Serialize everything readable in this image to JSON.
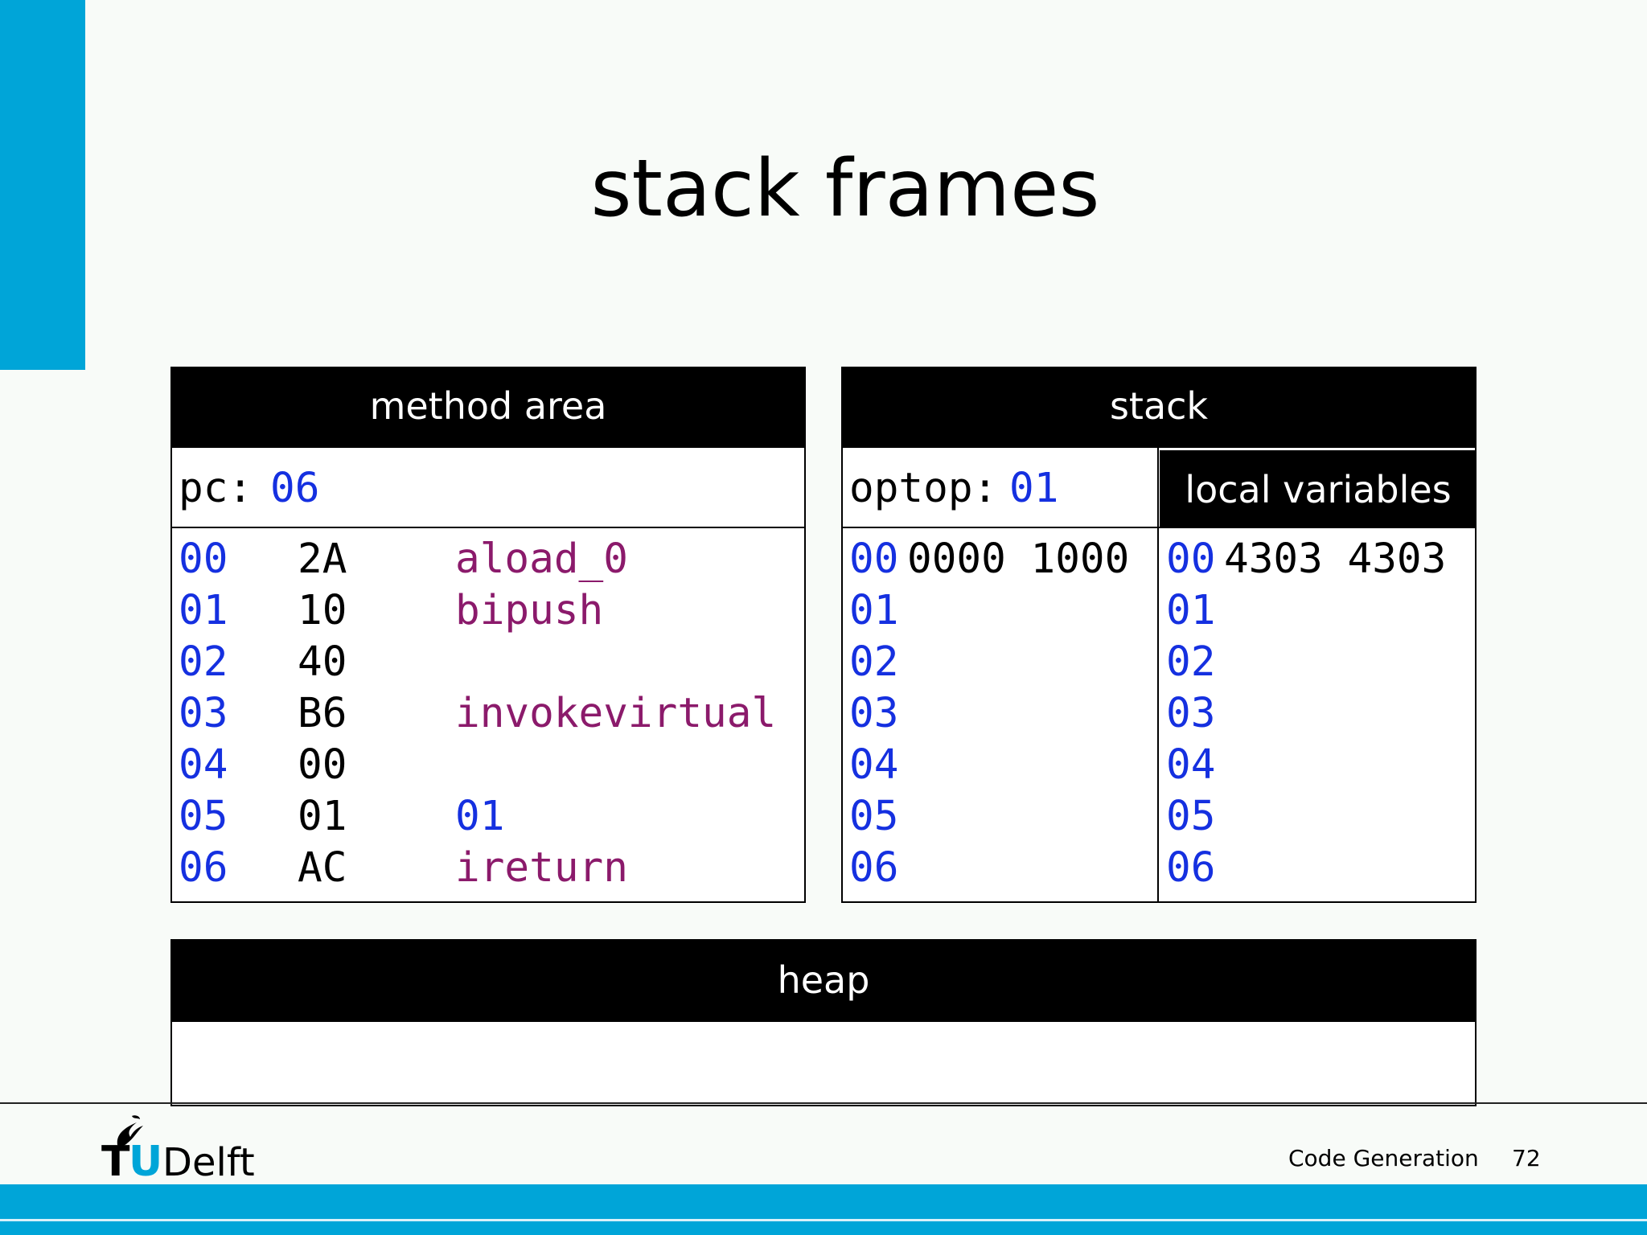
{
  "slide": {
    "title": "stack frames",
    "accent_color": "#00a5d8"
  },
  "method_area": {
    "header": "method area",
    "pc_label": "pc:",
    "pc_value": "06",
    "rows": [
      {
        "addr": "00",
        "byte": "2A",
        "instr": "aload_0",
        "instr_type": "opcode"
      },
      {
        "addr": "01",
        "byte": "10",
        "instr": "bipush",
        "instr_type": "opcode"
      },
      {
        "addr": "02",
        "byte": "40",
        "instr": "",
        "instr_type": "none"
      },
      {
        "addr": "03",
        "byte": "B6",
        "instr": "invokevirtual",
        "instr_type": "opcode"
      },
      {
        "addr": "04",
        "byte": "00",
        "instr": "",
        "instr_type": "none"
      },
      {
        "addr": "05",
        "byte": "01",
        "instr": "01",
        "instr_type": "operand"
      },
      {
        "addr": "06",
        "byte": "AC",
        "instr": "ireturn",
        "instr_type": "opcode"
      }
    ]
  },
  "stack": {
    "header": "stack",
    "optop_label": "optop:",
    "optop_value": "01",
    "rows": [
      {
        "addr": "00",
        "value": "0000 1000"
      },
      {
        "addr": "01",
        "value": ""
      },
      {
        "addr": "02",
        "value": ""
      },
      {
        "addr": "03",
        "value": ""
      },
      {
        "addr": "04",
        "value": ""
      },
      {
        "addr": "05",
        "value": ""
      },
      {
        "addr": "06",
        "value": ""
      }
    ]
  },
  "local_variables": {
    "header": "local variables",
    "rows": [
      {
        "addr": "00",
        "value": "4303 4303"
      },
      {
        "addr": "01",
        "value": ""
      },
      {
        "addr": "02",
        "value": ""
      },
      {
        "addr": "03",
        "value": ""
      },
      {
        "addr": "04",
        "value": ""
      },
      {
        "addr": "05",
        "value": ""
      },
      {
        "addr": "06",
        "value": ""
      }
    ]
  },
  "heap": {
    "header": "heap"
  },
  "footer": {
    "logo_text": "TUDelft",
    "course": "Code Generation",
    "page_number": "72"
  }
}
